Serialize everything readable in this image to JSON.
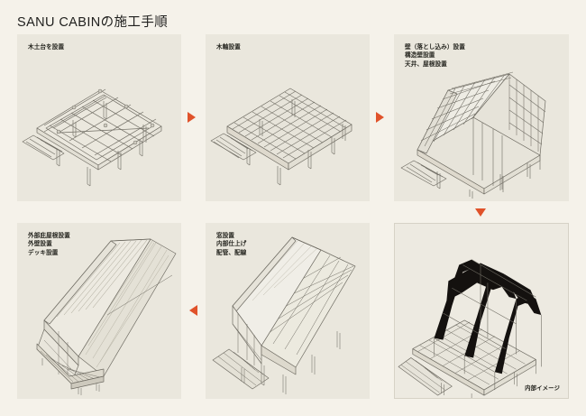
{
  "page": {
    "title": "SANU CABINの施工手順",
    "background_color": "#f5f2ea",
    "panel_color": "#eae7dd",
    "accent_color": "#e0522a"
  },
  "panels": [
    {
      "id": "foundation",
      "caption": "木土台を設置",
      "illustration": "isometric-timber-foundation-platform",
      "order": 1
    },
    {
      "id": "frame",
      "caption": "木軸設置",
      "illustration": "isometric-floor-joist-grid-platform",
      "order": 2
    },
    {
      "id": "walls",
      "caption": "壁（落とし込み）設置\n構造壁設置\n天井、屋根設置",
      "illustration": "isometric-a-frame-timber-structure",
      "order": 3
    },
    {
      "id": "exterior",
      "caption": "外部庇屋根設置\n外壁設置\nデッキ設置",
      "illustration": "isometric-clad-cabin-exterior",
      "order": 5
    },
    {
      "id": "windows",
      "caption": "窓設置\n内部仕上げ\n配管、配線",
      "illustration": "isometric-glazed-a-frame-cabin",
      "order": 4
    },
    {
      "id": "interior",
      "caption": "",
      "corner_caption": "内部イメージ",
      "illustration": "isometric-interior-dark-arches",
      "order": 6
    }
  ],
  "arrows": [
    {
      "id": "arrow-1",
      "direction": "right",
      "icon": "triangle-right-icon"
    },
    {
      "id": "arrow-2",
      "direction": "right",
      "icon": "triangle-right-icon"
    },
    {
      "id": "arrow-3",
      "direction": "down",
      "icon": "triangle-down-icon"
    },
    {
      "id": "arrow-4",
      "direction": "left",
      "icon": "triangle-left-icon"
    }
  ]
}
